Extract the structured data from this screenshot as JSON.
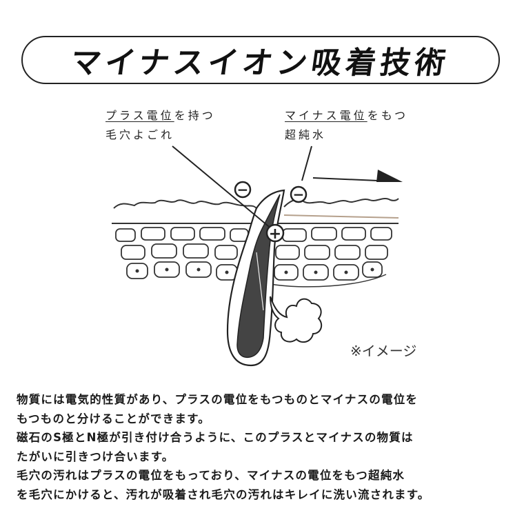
{
  "title": "マイナスイオン吸着技術",
  "labels": {
    "plus_line1_underlined": "プラス電位",
    "plus_line1_rest": "を持つ",
    "plus_line2": "毛穴よごれ",
    "minus_line1_underlined": "マイナス電位",
    "minus_line1_rest": "をもつ",
    "minus_line2": "超純水"
  },
  "symbols": {
    "minus": "−",
    "plus": "+"
  },
  "image_note": "※イメージ",
  "description": [
    "物質には電気的性質があり、プラスの電位をもつものとマイナスの電位を",
    "もつものと分けることができます。",
    "磁石のS極とN極が引き付け合うように、このプラスとマイナスの物質は",
    "たがいに引きつけ合います。",
    "毛穴の汚れはプラスの電位をもっており、マイナスの電位をもつ超純水",
    "を毛穴にかけると、汚れが吸着され毛穴の汚れはキレイに洗い流されます。"
  ],
  "colors": {
    "ink": "#222222",
    "hair_fill": "#444444",
    "skin_top_line": "#b5a08c"
  }
}
